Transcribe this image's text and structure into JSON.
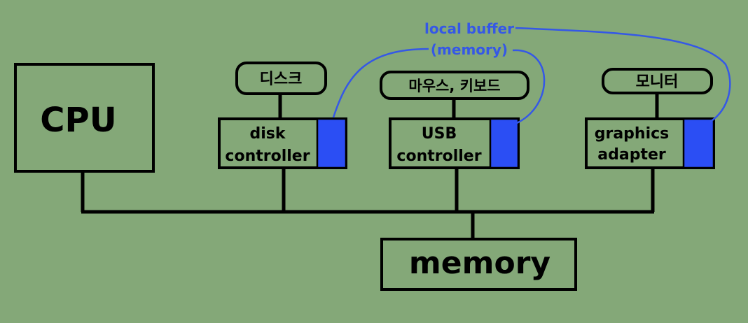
{
  "nodes": {
    "cpu": "CPU",
    "memory": "memory",
    "disk_controller": [
      "disk",
      "controller"
    ],
    "usb_controller": [
      "USB",
      "controller"
    ],
    "graphics_adapter": [
      "graphics",
      "adapter"
    ],
    "disk_device": "디스크",
    "usb_device": "마우스, 키보드",
    "monitor_device": "모니터"
  },
  "annotation": {
    "line1": "local buffer",
    "line2": "(memory)"
  },
  "colors": {
    "background": "#84a878",
    "buffer": "#2b4ef4",
    "annotation": "#3558e6"
  }
}
